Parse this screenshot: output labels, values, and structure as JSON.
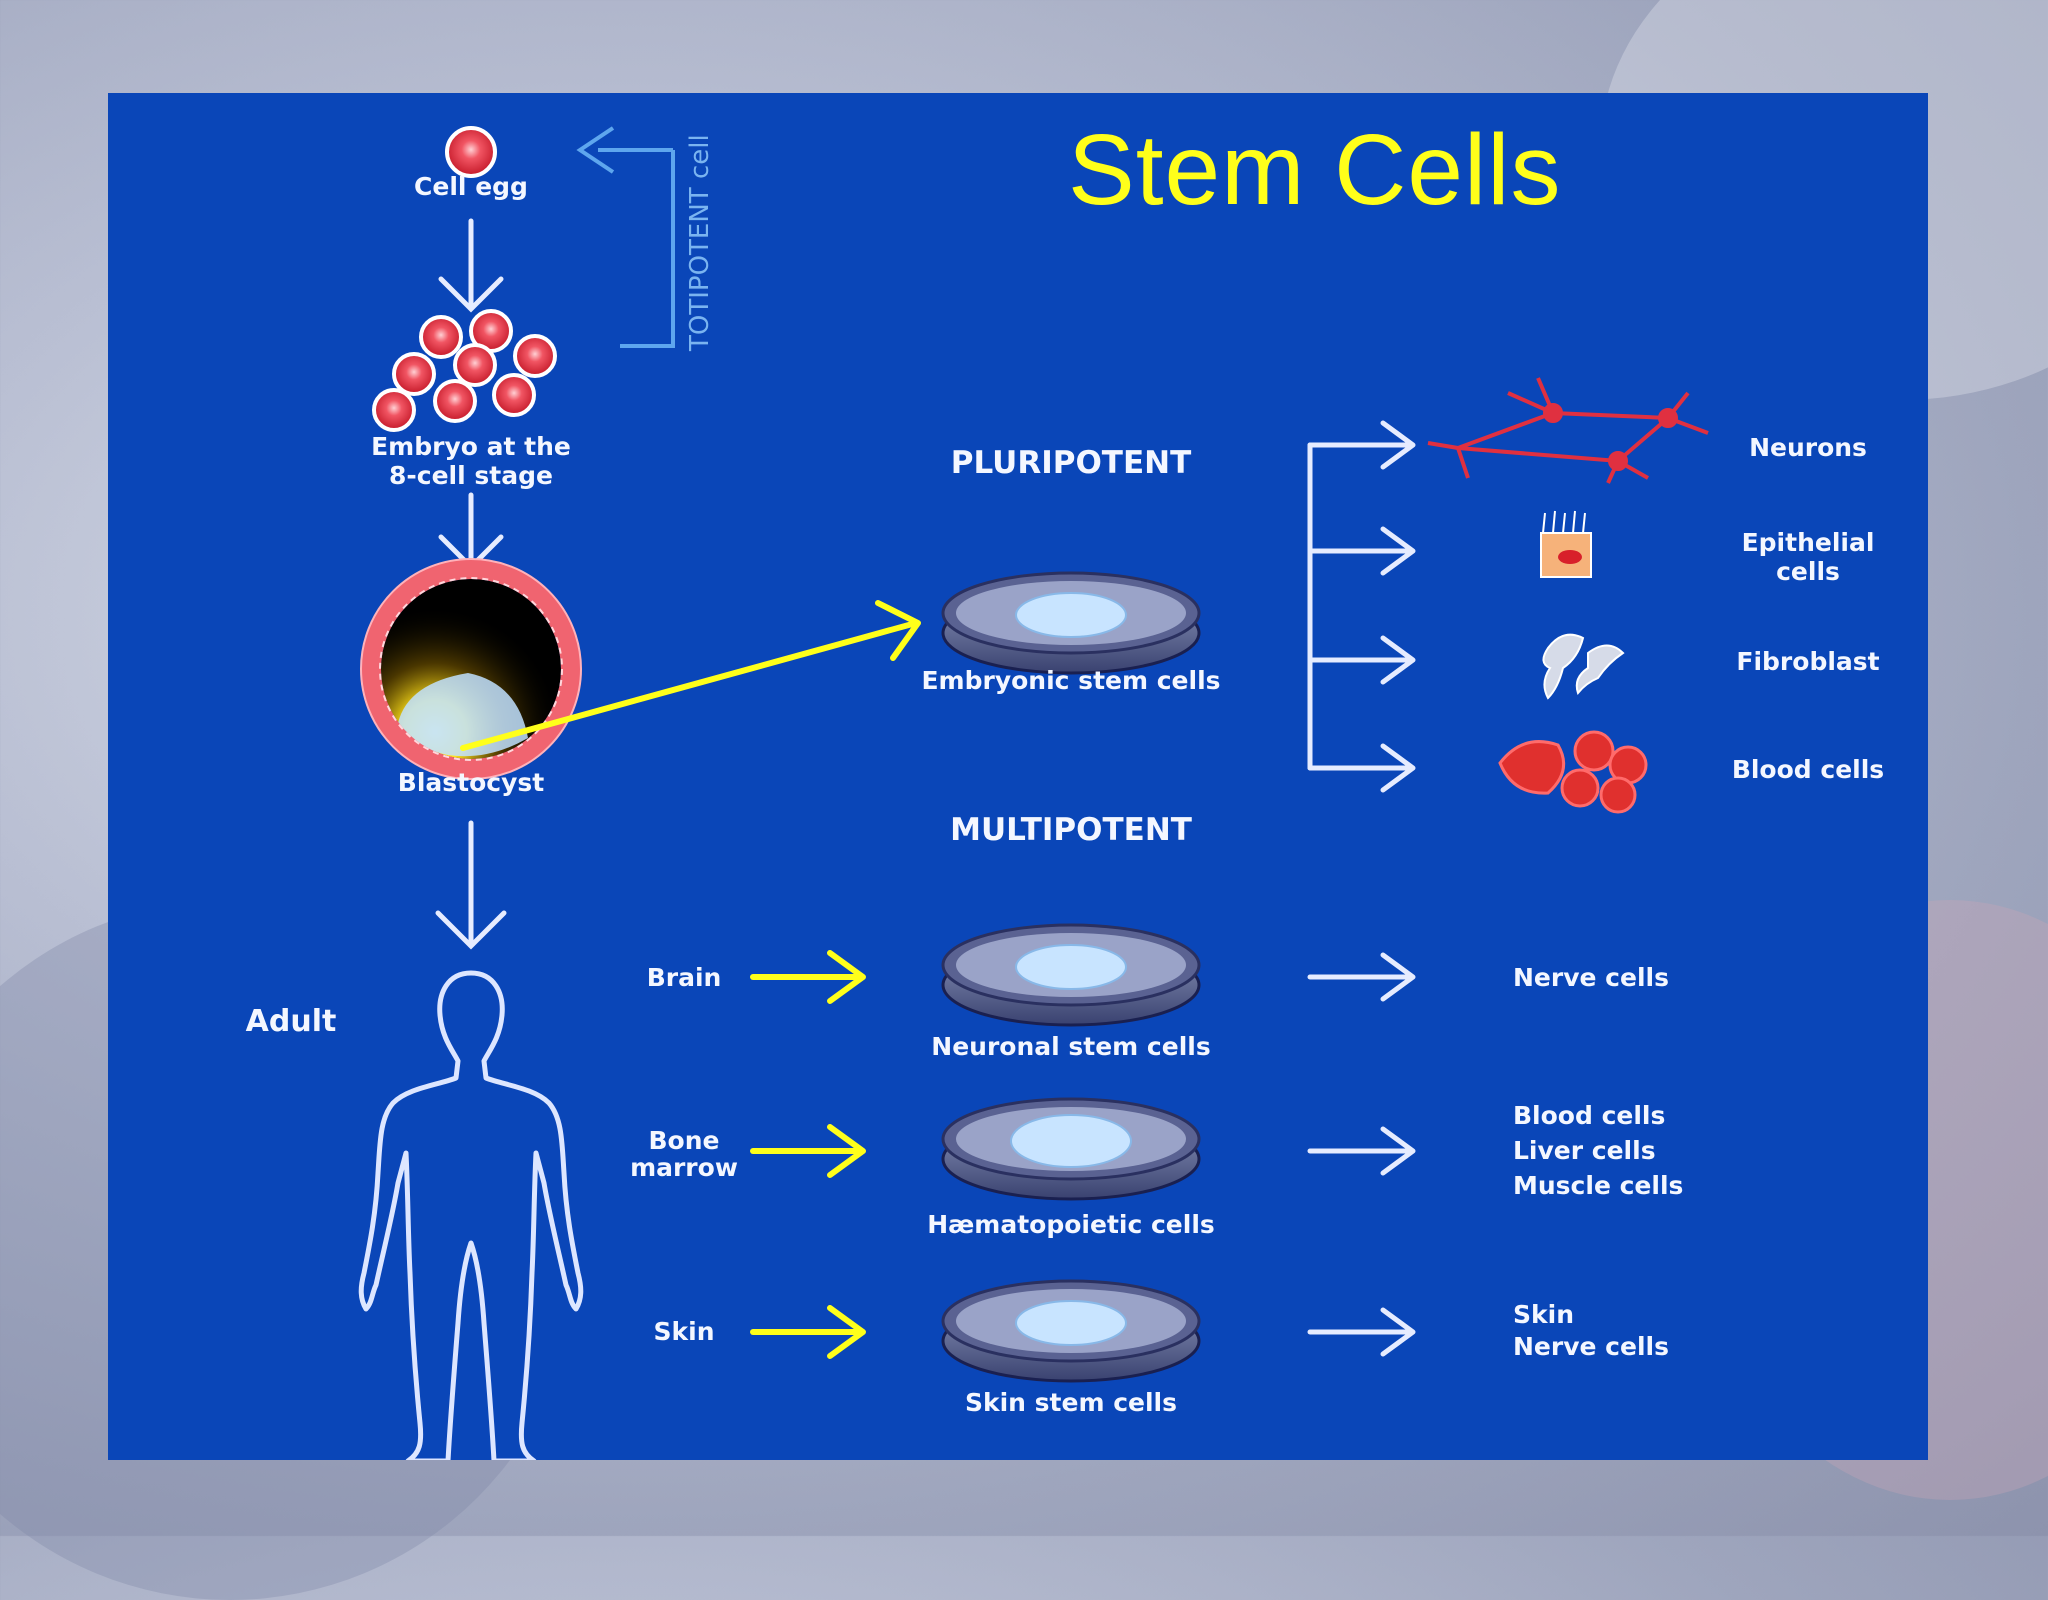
{
  "title": "Stem Cells",
  "colors": {
    "slide_bg": "#0a46b8",
    "title": "#ffff1a",
    "label": "#f4f7ff",
    "arrow_white": "#e6ecff",
    "arrow_yellow": "#ffff1a",
    "cell_red": "#e0303c"
  },
  "totipotent": {
    "cell_egg": "Cell egg",
    "embryo_line1": "Embryo at the",
    "embryo_line2": "8-cell stage",
    "bracket_label": "TOTIPOTENT cell",
    "blastocyst": "Blastocyst",
    "adult": "Adult"
  },
  "pluripotent": {
    "heading": "PLURIPOTENT",
    "dish_label": "Embryonic stem cells",
    "outputs": [
      {
        "line1": "Neurons",
        "line2": "",
        "icon": "neuron-icon"
      },
      {
        "line1": "Epithelial",
        "line2": "cells",
        "icon": "epithelial-cell-icon"
      },
      {
        "line1": "Fibroblast",
        "line2": "",
        "icon": "fibroblast-icon"
      },
      {
        "line1": "Blood cells",
        "line2": "",
        "icon": "blood-cells-icon"
      }
    ]
  },
  "multipotent": {
    "heading": "MULTIPOTENT",
    "rows": [
      {
        "source_line1": "Brain",
        "source_line2": "",
        "dish_label": "Neuronal stem cells",
        "outputs": [
          "Nerve cells"
        ]
      },
      {
        "source_line1": "Bone",
        "source_line2": "marrow",
        "dish_label": "Hæmatopoietic cells",
        "outputs": [
          "Blood cells",
          "Liver cells",
          "Muscle cells"
        ]
      },
      {
        "source_line1": "Skin",
        "source_line2": "",
        "dish_label": "Skin stem cells",
        "outputs": [
          "Skin",
          "Nerve cells"
        ]
      }
    ]
  }
}
